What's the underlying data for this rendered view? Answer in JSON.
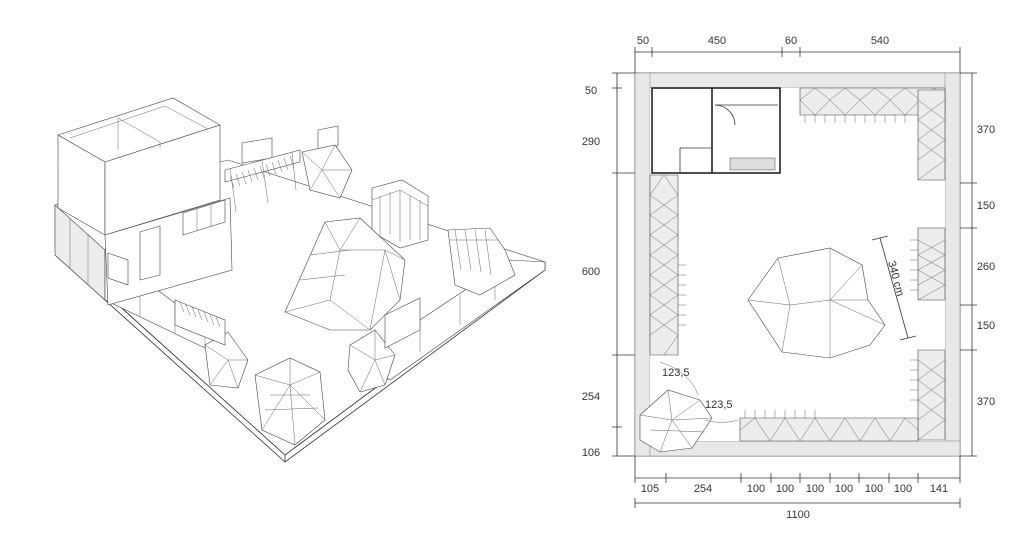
{
  "top_dims": [
    "50",
    "450",
    "60",
    "540"
  ],
  "left_dims": [
    "50",
    "290",
    "600",
    "254",
    "106"
  ],
  "right_dims": [
    "370",
    "150",
    "260",
    "150",
    "370"
  ],
  "bottom_dims": [
    "105",
    "254",
    "100",
    "100",
    "100",
    "100",
    "100",
    "100",
    "141"
  ],
  "total_dim": "1100",
  "label_cm": "340 cm",
  "label_a": "123,5",
  "label_b": "123,5"
}
